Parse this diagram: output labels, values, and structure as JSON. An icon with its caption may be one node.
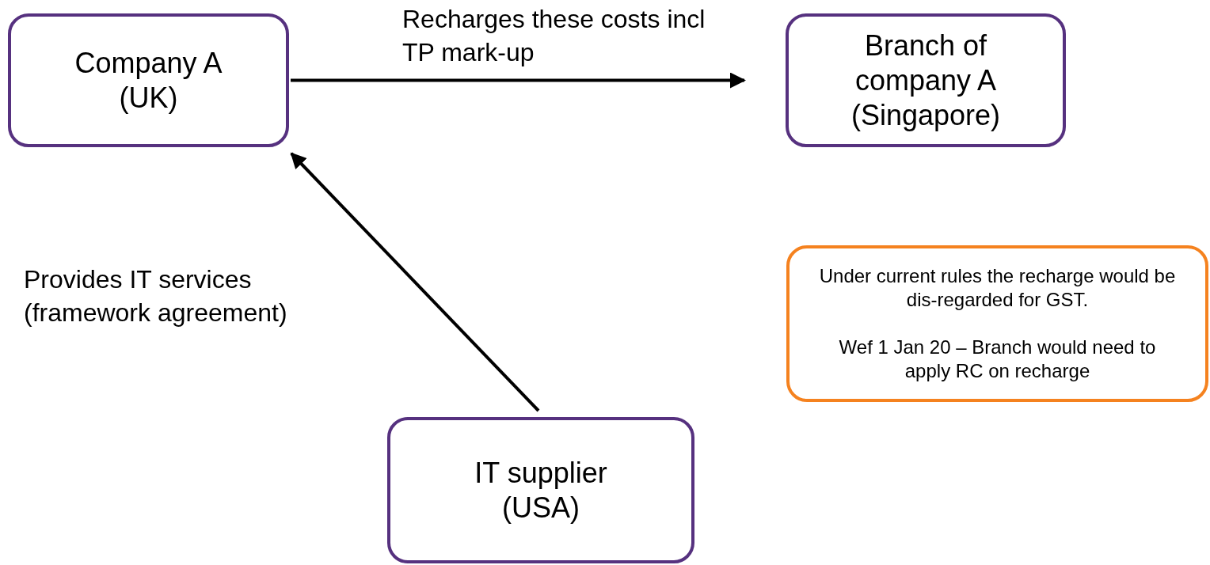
{
  "diagram": {
    "nodes": [
      {
        "text": [
          "Company A (UK)"
        ]
      },
      {
        "text": [
          "Branch of company A (Singapore)"
        ]
      },
      {
        "text": [
          "IT supplier (USA)"
        ]
      },
      {
        "text": [
          "Under current rules the recharge would be dis-regarded for GST.",
          "Wef 1 Jan 20 – Branch would need to apply RC on recharge"
        ]
      }
    ],
    "edges": [
      {
        "from": 0,
        "to": 1,
        "arrow": "to",
        "label": "Recharges these costs incl TP mark-up"
      },
      {
        "from": 2,
        "to": 0,
        "arrow": "to",
        "label": "Provides IT services (framework agreement)"
      }
    ]
  }
}
